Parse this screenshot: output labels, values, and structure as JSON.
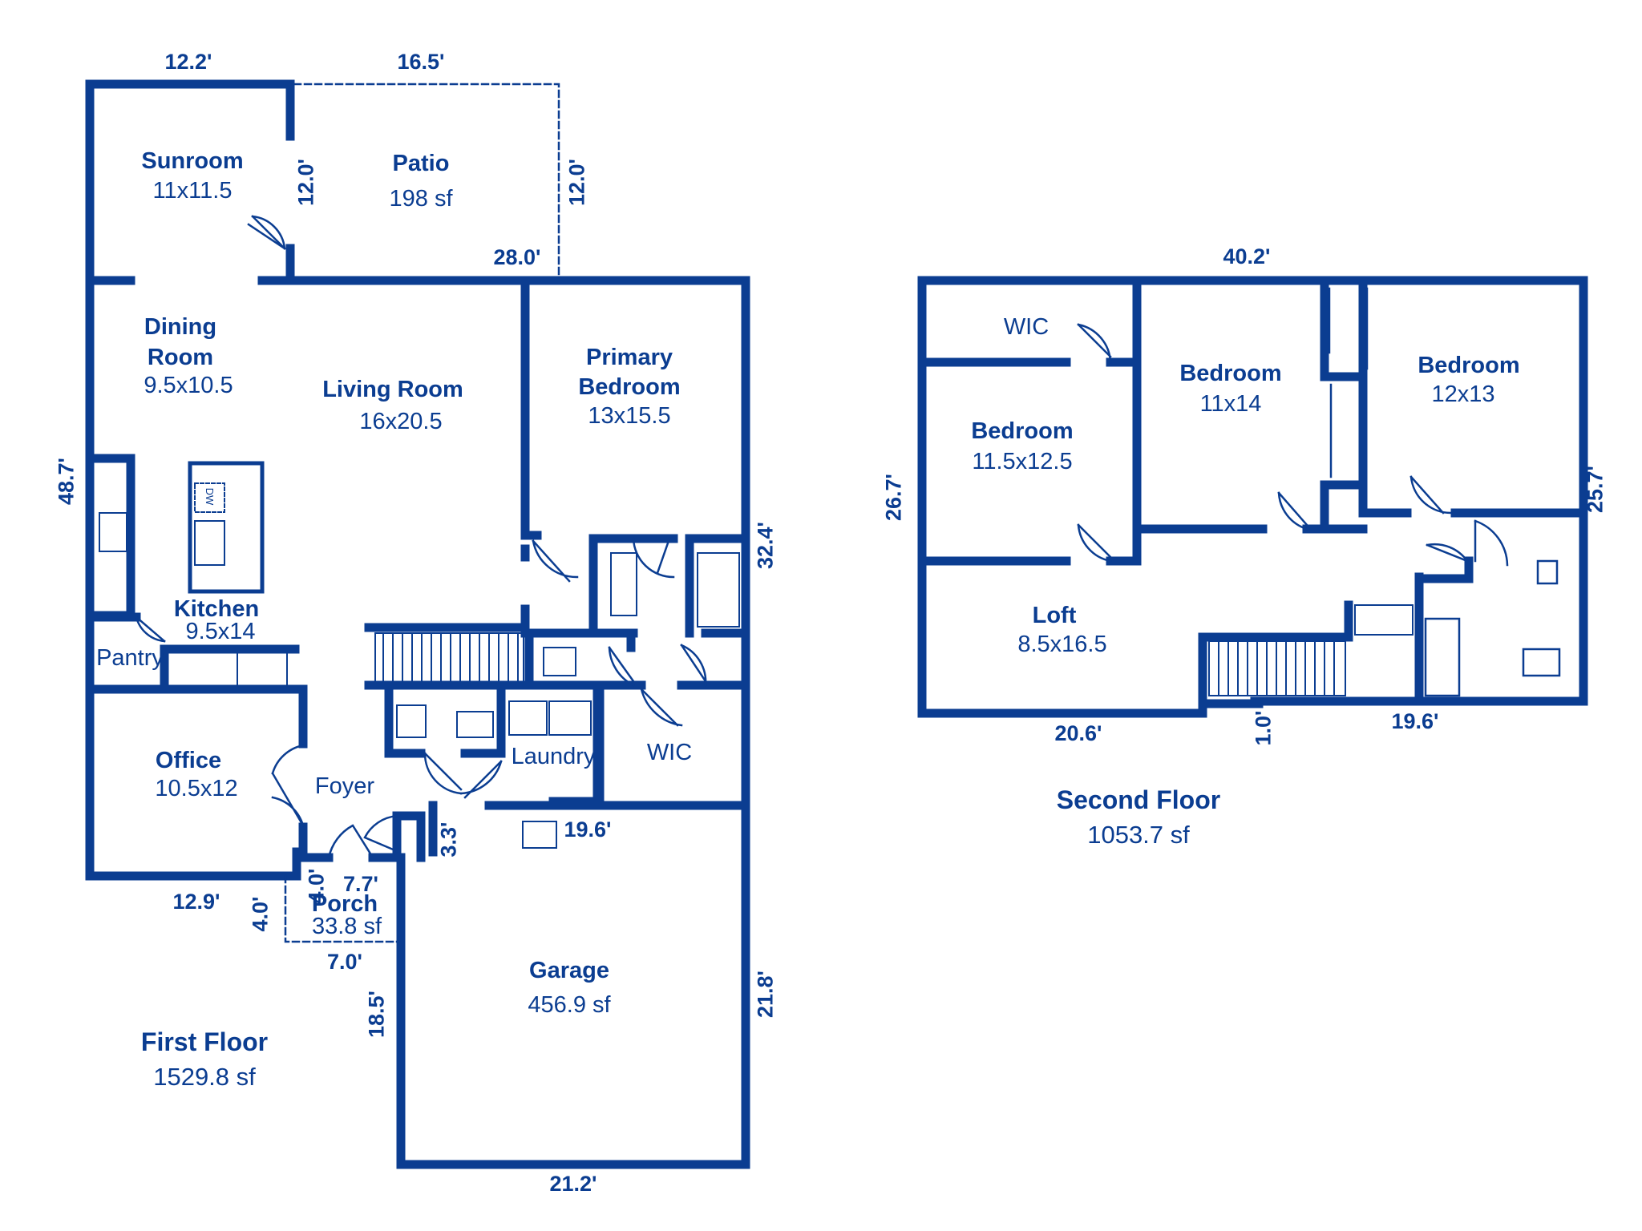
{
  "first_floor": {
    "title": "First Floor",
    "area": "1529.8 sf",
    "rooms": {
      "sunroom": {
        "name": "Sunroom",
        "size": "11x11.5"
      },
      "patio": {
        "name": "Patio",
        "size": "198 sf"
      },
      "dining": {
        "name1": "Dining",
        "name2": "Room",
        "size": "9.5x10.5"
      },
      "living": {
        "name": "Living Room",
        "size": "16x20.5"
      },
      "primary": {
        "name1": "Primary",
        "name2": "Bedroom",
        "size": "13x15.5"
      },
      "kitchen": {
        "name": "Kitchen",
        "size": "9.5x14"
      },
      "pantry": {
        "name": "Pantry"
      },
      "office": {
        "name": "Office",
        "size": "10.5x12"
      },
      "foyer": {
        "name": "Foyer"
      },
      "laundry": {
        "name": "Laundry"
      },
      "wic": {
        "name": "WIC"
      },
      "porch": {
        "name": "Porch",
        "size": "33.8 sf"
      },
      "garage": {
        "name": "Garage",
        "size": "456.9 sf"
      }
    },
    "dims": {
      "top_left": "12.2'",
      "top_patio": "16.5'",
      "sunroom_side": "12.0'",
      "patio_side": "12.0'",
      "patio_bottom": "28.0'",
      "left": "48.7'",
      "right": "32.4'",
      "office_bottom": "12.9'",
      "porch_side": "4.0'",
      "porch_top": "7.7'",
      "porch_inner": "4.0'",
      "porch_bottom": "7.0'",
      "foyer_side": "3.3'",
      "garage_top": "19.6'",
      "garage_left": "18.5'",
      "garage_right": "21.8'",
      "garage_bottom": "21.2'"
    },
    "fixtures": {
      "dw": "DW"
    }
  },
  "second_floor": {
    "title": "Second Floor",
    "area": "1053.7 sf",
    "rooms": {
      "wic": {
        "name": "WIC"
      },
      "bedroom1": {
        "name": "Bedroom",
        "size": "11.5x12.5"
      },
      "bedroom2": {
        "name": "Bedroom",
        "size": "11x14"
      },
      "bedroom3": {
        "name": "Bedroom",
        "size": "12x13"
      },
      "loft": {
        "name": "Loft",
        "size": "8.5x16.5"
      }
    },
    "dims": {
      "top": "40.2'",
      "left": "26.7'",
      "right": "25.7'",
      "bottom_left": "20.6'",
      "step": "1.0'",
      "bottom_right": "19.6'"
    }
  },
  "colors": {
    "wall": "#0b3d91",
    "background": "#ffffff"
  }
}
